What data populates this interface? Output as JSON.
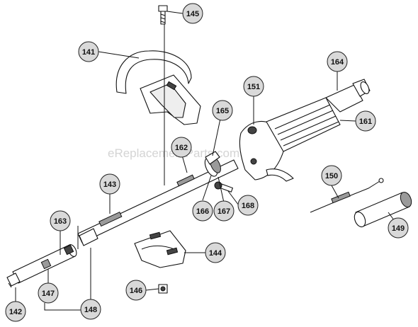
{
  "watermark": "eReplacementParts.com",
  "callouts": {
    "c141": "141",
    "c142": "142",
    "c143": "143",
    "c144": "144",
    "c145": "145",
    "c146": "146",
    "c147": "147",
    "c148": "148",
    "c149": "149",
    "c150": "150",
    "c151": "151",
    "c161": "161",
    "c162": "162",
    "c163": "163",
    "c164": "164",
    "c165": "165",
    "c166": "166",
    "c167": "167",
    "c168": "168"
  }
}
